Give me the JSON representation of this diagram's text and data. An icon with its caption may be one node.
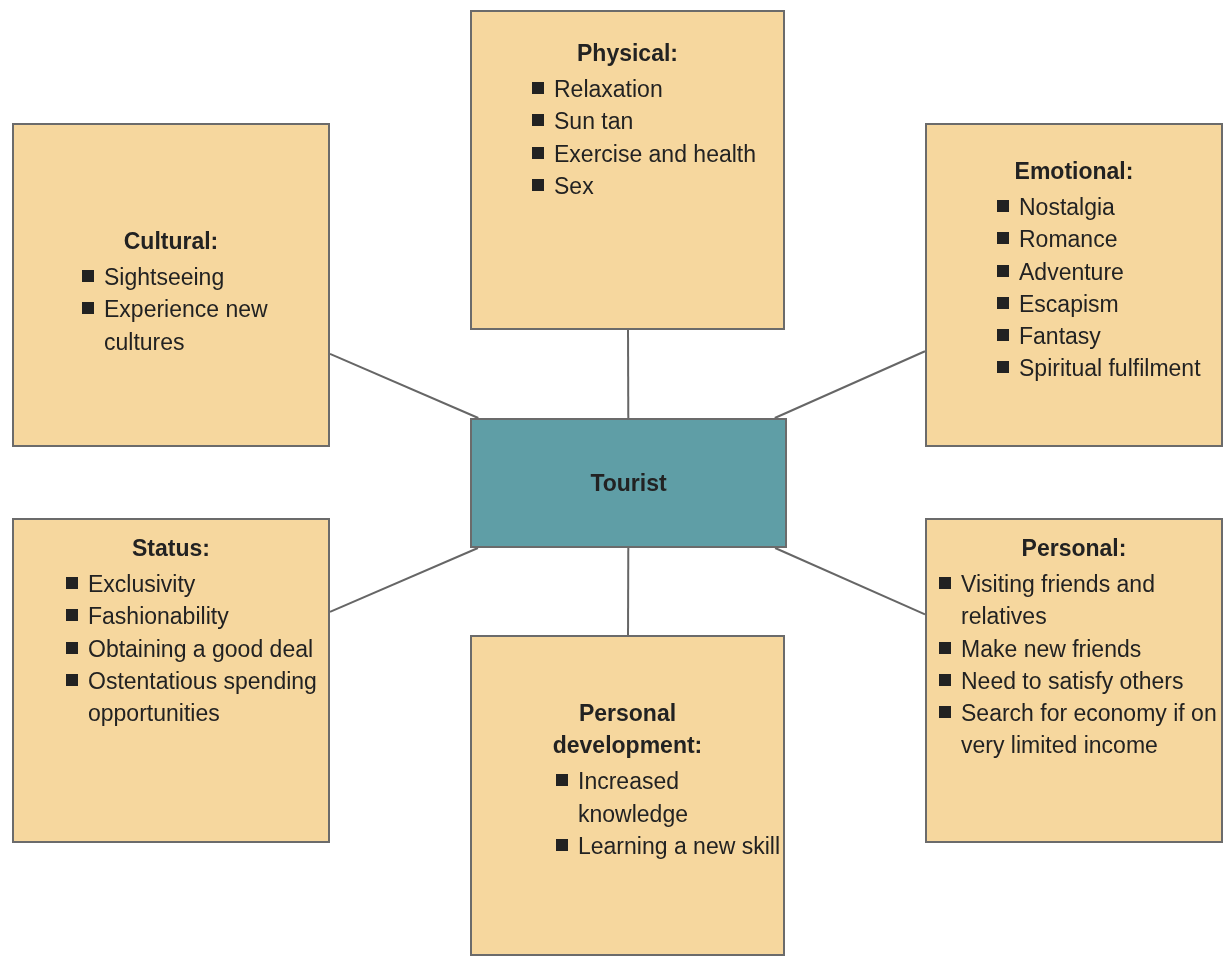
{
  "diagram": {
    "nodes": [
      {
        "text": [
          "Physical:",
          "Relaxation",
          "Sun tan",
          "Exercise and health",
          "Sex"
        ]
      },
      {
        "text": [
          "Cultural:",
          "Sightseeing",
          "Experience new cultures"
        ]
      },
      {
        "text": [
          "Emotional:",
          "Nostalgia",
          "Romance",
          "Adventure",
          "Escapism",
          "Fantasy",
          "Spiritual fulfilment"
        ]
      },
      {
        "text": [
          "Tourist"
        ]
      },
      {
        "text": [
          "Status:",
          "Exclusivity",
          "Fashionability",
          "Obtaining a good deal",
          "Ostentatious spending opportunities"
        ]
      },
      {
        "text": [
          "Personal development:",
          "Increased knowledge",
          "Learning a new skill"
        ]
      },
      {
        "text": [
          "Personal:",
          "Visiting friends and relatives",
          "Make new friends",
          "Need to satisfy others",
          "Search for economy if on very limited income"
        ]
      }
    ],
    "edges": [
      {
        "from": 3,
        "to": 0,
        "arrow": "none"
      },
      {
        "from": 3,
        "to": 1,
        "arrow": "none"
      },
      {
        "from": 3,
        "to": 2,
        "arrow": "none"
      },
      {
        "from": 3,
        "to": 4,
        "arrow": "none"
      },
      {
        "from": 3,
        "to": 5,
        "arrow": "none"
      },
      {
        "from": 3,
        "to": 6,
        "arrow": "none"
      }
    ]
  }
}
